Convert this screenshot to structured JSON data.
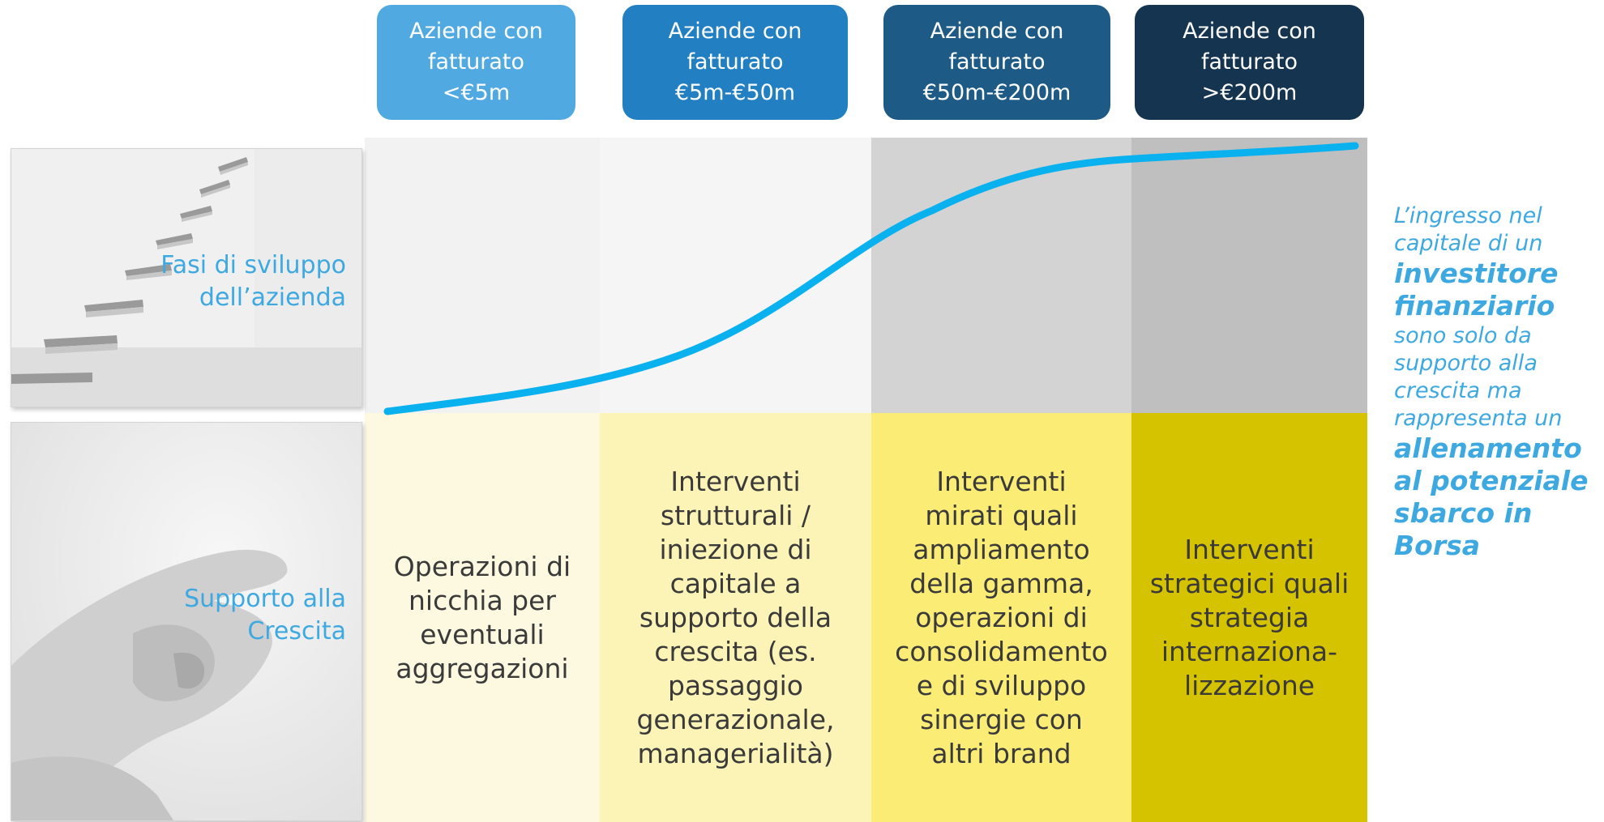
{
  "headers": [
    {
      "lines": [
        "Aziende con",
        "fatturato",
        "<€5m"
      ],
      "color": "#51a9e2"
    },
    {
      "lines": [
        "Aziende con",
        "fatturato",
        "€5m-€50m"
      ],
      "color": "#2280c2"
    },
    {
      "lines": [
        "Aziende con",
        "fatturato",
        "€50m-€200m"
      ],
      "color": "#1e5a86"
    },
    {
      "lines": [
        "Aziende con",
        "fatturato",
        ">€200m"
      ],
      "color": "#14344f"
    }
  ],
  "row_labels": {
    "development": [
      "Fasi di sviluppo",
      "dell’azienda"
    ],
    "support": [
      "Supporto alla",
      "Crescita"
    ]
  },
  "stage_bands": [
    "#f2f2f2",
    "#f5f5f5",
    "#d3d3d3",
    "#bfbfbf"
  ],
  "support_bands": [
    "#fdf9e0",
    "#fcf3b6",
    "#fbec76",
    "#d6c300"
  ],
  "support_texts": [
    [
      "Operazioni di",
      "nicchia per",
      "eventuali",
      "aggregazioni"
    ],
    [
      "Interventi",
      "strutturali /",
      "iniezione di",
      "capitale a",
      "supporto della",
      "crescita (es.",
      "passaggio",
      "generazionale,",
      "managerialità)"
    ],
    [
      "Interventi",
      "mirati quali",
      "ampliamento",
      "della gamma,",
      "operazioni di",
      "consolidamento",
      "e di sviluppo",
      "sinergie con",
      "altri brand"
    ],
    [
      "Interventi",
      "strategici quali",
      "strategia",
      "internaziona-",
      "lizzazione"
    ]
  ],
  "quote": [
    {
      "text": "L’ingresso nel",
      "bold": false
    },
    {
      "text": "capitale di un",
      "bold": false
    },
    {
      "text": "investitore",
      "bold": true
    },
    {
      "text": "finanziario",
      "bold": true
    },
    {
      "text": "sono solo da",
      "bold": false
    },
    {
      "text": "supporto alla",
      "bold": false
    },
    {
      "text": "crescita ma",
      "bold": false
    },
    {
      "text": "rappresenta un",
      "bold": false
    },
    {
      "text": "allenamento",
      "bold": true
    },
    {
      "text": "al potenziale",
      "bold": true
    },
    {
      "text": "sbarco in",
      "bold": true
    },
    {
      "text": "Borsa",
      "bold": true
    }
  ],
  "curve_color": "#0ab1ef",
  "images": [
    "floating-stairs-photo",
    "holding-hands-photo"
  ]
}
